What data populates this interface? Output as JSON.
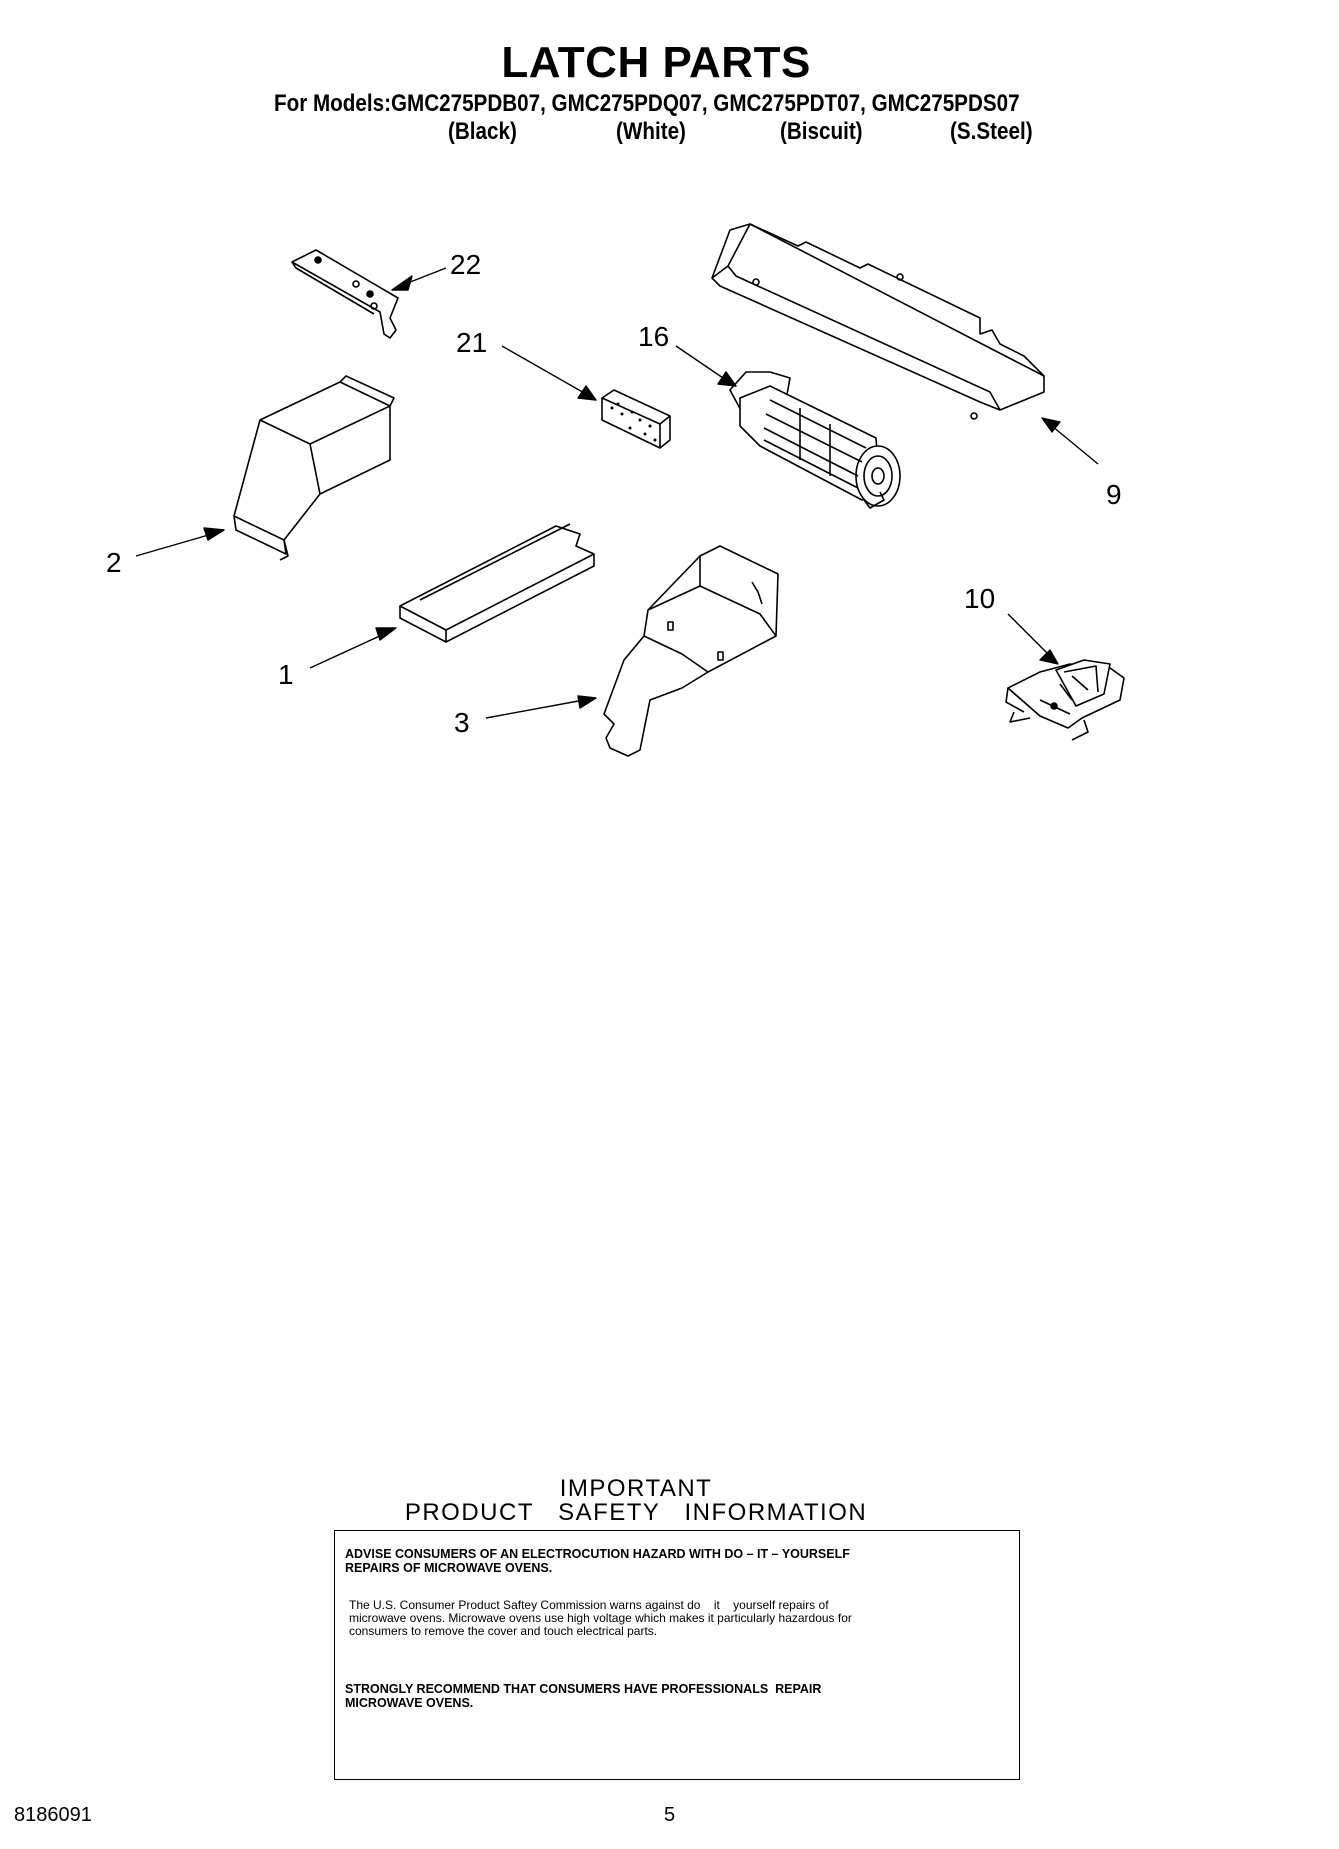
{
  "header": {
    "title": "LATCH PARTS",
    "models_line": "For Models:GMC275PDB07, GMC275PDQ07, GMC275PDT07, GMC275PDS07",
    "colors": [
      "(Black)",
      "(White)",
      "(Biscuit)",
      "(S.Steel)"
    ]
  },
  "diagram": {
    "callouts": [
      "22",
      "21",
      "16",
      "9",
      "2",
      "10",
      "1",
      "3"
    ]
  },
  "safety": {
    "heading_line1": "IMPORTANT",
    "heading_line2": "PRODUCT   SAFETY   INFORMATION",
    "warning_line1": "ADVISE CONSUMERS OF AN ELECTROCUTION HAZARD WITH DO – IT – YOURSELF",
    "warning_line2": "REPAIRS OF MICROWAVE OVENS.",
    "body_line1": "The U.S. Consumer Product Saftey Commission warns against do    it    yourself repairs of",
    "body_line2": "microwave ovens. Microwave ovens use high voltage which makes it particularly hazardous for",
    "body_line3": "consumers to remove the cover and touch electrical parts.",
    "recommend_line1": "STRONGLY RECOMMEND THAT CONSUMERS HAVE PROFESSIONALS  REPAIR",
    "recommend_line2": "MICROWAVE OVENS."
  },
  "footer": {
    "doc_number": "8186091",
    "page_number": "5"
  }
}
